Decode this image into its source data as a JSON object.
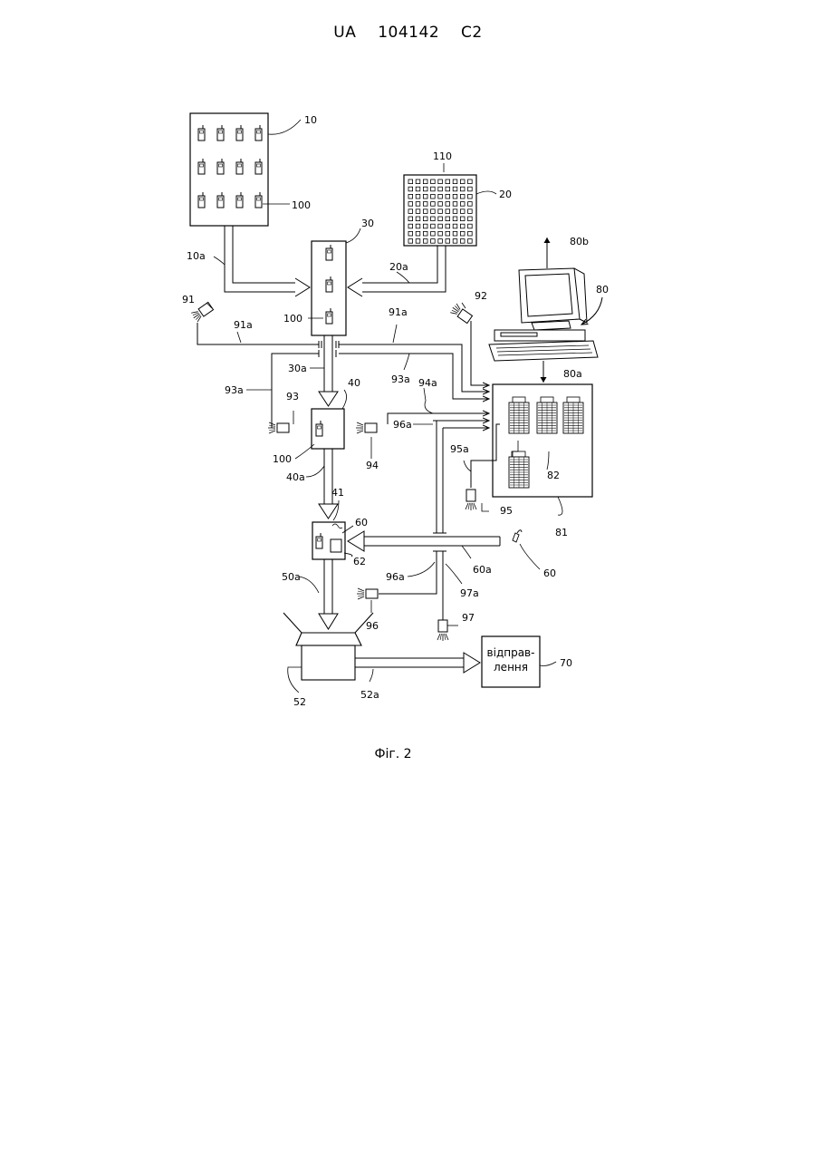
{
  "header": {
    "country": "UA",
    "number": "104142",
    "kind": "C2"
  },
  "caption": "Фіг. 2",
  "labels": {
    "l10": "10",
    "l100a": "100",
    "l110": "110",
    "l20": "20",
    "l30": "30",
    "l10a": "10a",
    "l20a": "20a",
    "l80b": "80b",
    "l80": "80",
    "l91": "91",
    "l92": "92",
    "l100b": "100",
    "l91a_left": "91a",
    "l91a_right": "91a",
    "l30a": "30a",
    "l93a_mid": "93a",
    "l93a_left": "93a",
    "l93": "93",
    "l40": "40",
    "l94a": "94a",
    "l80a": "80a",
    "l96a_top": "96a",
    "l94": "94",
    "l95a": "95a",
    "l100c": "100",
    "l40a": "40a",
    "l82": "82",
    "l95": "95",
    "l81": "81",
    "l41": "41",
    "l60_box": "60",
    "l62": "62",
    "l60_right": "60",
    "l60a": "60a",
    "l50a": "50a",
    "l96a_bottom": "96a",
    "l97a": "97a",
    "l96": "96",
    "l97": "97",
    "l52": "52",
    "l52a": "52a",
    "l70": "70"
  },
  "dispatch_box": {
    "line1": "відправ-",
    "line2": "лення"
  }
}
